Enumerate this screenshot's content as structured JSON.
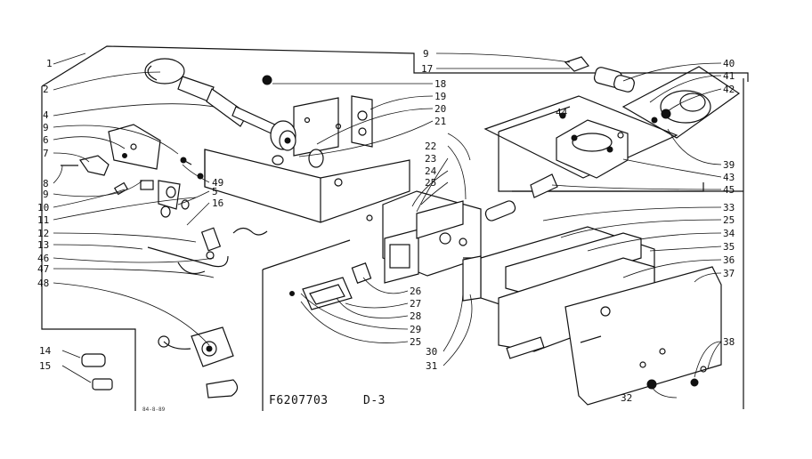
{
  "drawing": {
    "part_code": "F6207703",
    "sheet": "D-3",
    "stamp": "84-8-89"
  },
  "callouts": {
    "c1": "1",
    "c2": "2",
    "c4": "4",
    "c9a": "9",
    "c6": "6",
    "c7": "7",
    "c8": "8",
    "c9b": "9",
    "c10": "10",
    "c11": "11",
    "c12": "12",
    "c13": "13",
    "c46": "46",
    "c47": "47",
    "c48": "48",
    "c14": "14",
    "c15": "15",
    "c5": "5",
    "c49": "49",
    "c16": "16",
    "c18": "18",
    "c19": "19",
    "c20": "20",
    "c21": "21",
    "c22": "22",
    "c23": "23",
    "c24": "24",
    "c25a": "25",
    "c9c": "9",
    "c17": "17",
    "c40": "40",
    "c41": "41",
    "c42": "42",
    "c44": "44",
    "c39": "39",
    "c43": "43",
    "c45": "45",
    "c33": "33",
    "c25b": "25",
    "c34": "34",
    "c35": "35",
    "c36": "36",
    "c37": "37",
    "c26": "26",
    "c27": "27",
    "c28": "28",
    "c29": "29",
    "c25c": "25",
    "c30": "30",
    "c31": "31",
    "c38": "38",
    "c32": "32"
  }
}
